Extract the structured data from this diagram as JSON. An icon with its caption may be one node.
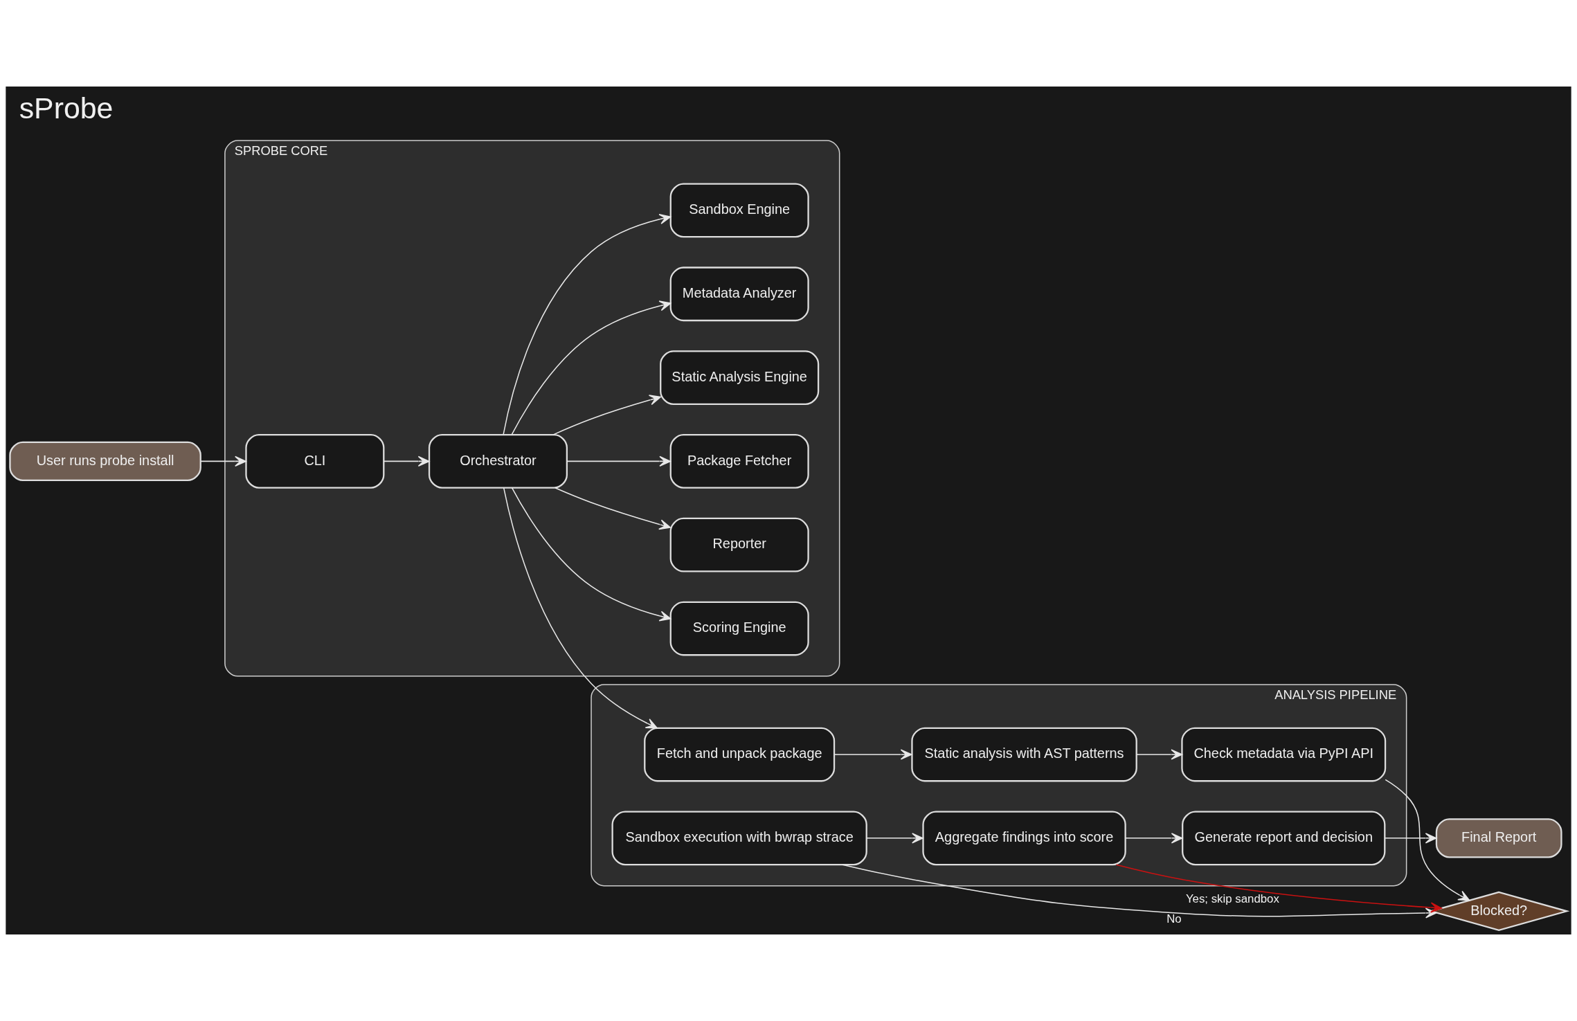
{
  "diagram": {
    "title": "sProbe",
    "nodes": [
      {
        "text": [
          "User runs probe install"
        ]
      },
      {
        "text": [
          "SPROBE CORE"
        ]
      },
      {
        "text": [
          "CLI"
        ],
        "in": 1
      },
      {
        "text": [
          "Orchestrator"
        ],
        "in": 1
      },
      {
        "text": [
          "Package Fetcher"
        ],
        "in": 1
      },
      {
        "text": [
          "Static Analysis Engine"
        ],
        "in": 1
      },
      {
        "text": [
          "Metadata Analyzer"
        ],
        "in": 1
      },
      {
        "text": [
          "Sandbox Engine"
        ],
        "in": 1
      },
      {
        "text": [
          "Scoring Engine"
        ],
        "in": 1
      },
      {
        "text": [
          "Reporter"
        ],
        "in": 1
      },
      {
        "text": [
          "ANALYSIS PIPELINE"
        ]
      },
      {
        "text": [
          "Fetch and unpack package"
        ],
        "in": 10
      },
      {
        "text": [
          "Static analysis with AST patterns"
        ],
        "in": 10
      },
      {
        "text": [
          "Check metadata via PyPI API"
        ],
        "in": 10
      },
      {
        "text": [
          "Blocked?"
        ]
      },
      {
        "text": [
          "Sandbox execution with bwrap strace"
        ],
        "in": 10
      },
      {
        "text": [
          "Aggregate findings into score"
        ],
        "in": 10
      },
      {
        "text": [
          "Generate report and decision"
        ],
        "in": 10
      },
      {
        "text": [
          "Final Report"
        ]
      }
    ],
    "edges": [
      {
        "from": 0,
        "to": 2,
        "arrow": "to"
      },
      {
        "from": 2,
        "to": 3,
        "arrow": "to"
      },
      {
        "from": 3,
        "to": 4,
        "arrow": "to"
      },
      {
        "from": 3,
        "to": 5,
        "arrow": "to"
      },
      {
        "from": 3,
        "to": 6,
        "arrow": "to"
      },
      {
        "from": 3,
        "to": 7,
        "arrow": "to"
      },
      {
        "from": 3,
        "to": 8,
        "arrow": "to"
      },
      {
        "from": 3,
        "to": 9,
        "arrow": "to"
      },
      {
        "from": 3,
        "to": 11,
        "arrow": "to"
      },
      {
        "from": 11,
        "to": 12,
        "arrow": "to"
      },
      {
        "from": 12,
        "to": 13,
        "arrow": "to"
      },
      {
        "from": 13,
        "to": 14,
        "arrow": "to"
      },
      {
        "from": 15,
        "to": 14,
        "label": "No",
        "arrow": "to"
      },
      {
        "from": 16,
        "to": 14,
        "label": "Yes; skip sandbox",
        "arrow": "to",
        "color": "#cc1111"
      },
      {
        "from": 15,
        "to": 16,
        "arrow": "to"
      },
      {
        "from": 16,
        "to": 17,
        "arrow": "to"
      },
      {
        "from": 17,
        "to": 18,
        "arrow": "to"
      }
    ]
  }
}
